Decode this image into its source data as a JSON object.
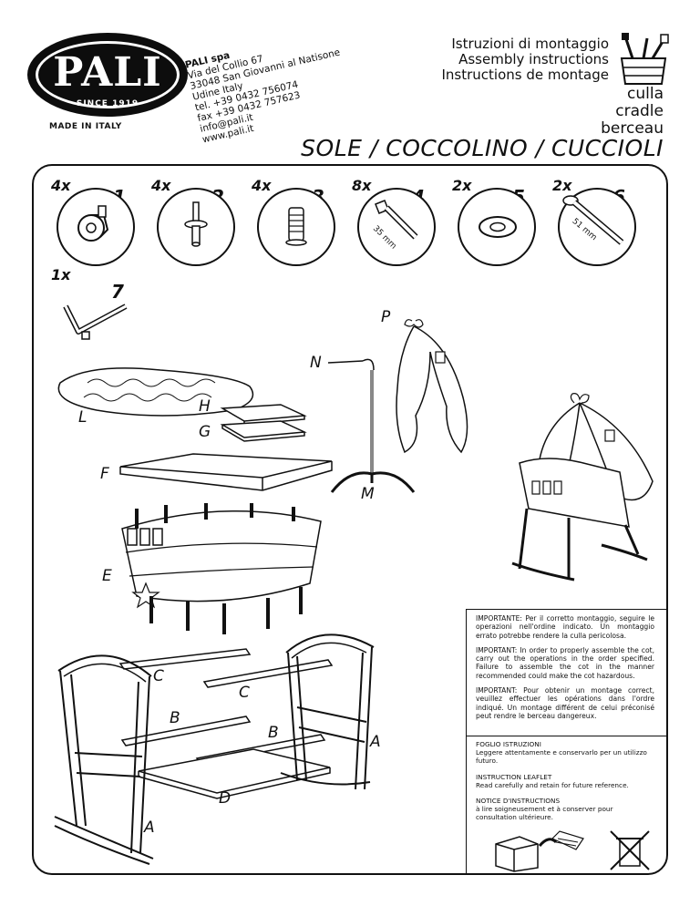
{
  "brand": {
    "logo": "PALI",
    "since": "SINCE 1919",
    "made_in": "MADE IN ITALY"
  },
  "address": {
    "company": "PALI spa",
    "street": "Via del Collio 67",
    "city": "33048 San Giovanni al Natisone",
    "region": "Udine   Italy",
    "tel": "tel. +39 0432 756074",
    "fax": "fax +39 0432 757623",
    "email": "info@pali.it",
    "web": "www.pali.it"
  },
  "header": {
    "instructions_it": "Istruzioni di montaggio",
    "instructions_en": "Assembly instructions",
    "instructions_fr": "Instructions de montage",
    "type_it": "culla",
    "type_en": "cradle",
    "type_fr": "berceau",
    "title": "SOLE / COCCOLINO / CUCCIOLI"
  },
  "parts": [
    {
      "qty": "4x",
      "num": "1",
      "icon": "caster-wheel-icon"
    },
    {
      "qty": "4x",
      "num": "2",
      "icon": "pin-connector-icon"
    },
    {
      "qty": "4x",
      "num": "3",
      "icon": "threaded-insert-icon"
    },
    {
      "qty": "8x",
      "num": "4",
      "icon": "bolt-35mm-icon",
      "dim": "35 mm"
    },
    {
      "qty": "2x",
      "num": "5",
      "icon": "washer-icon"
    },
    {
      "qty": "2x",
      "num": "6",
      "icon": "bolt-51mm-icon",
      "dim": "51 mm"
    },
    {
      "qty": "1x",
      "num": "7",
      "icon": "allen-key-icon"
    }
  ],
  "components": {
    "P": "P",
    "N": "N",
    "M": "M",
    "L": "L",
    "H": "H",
    "G": "G",
    "F": "F",
    "E": "E",
    "C1": "C",
    "C2": "C",
    "B1": "B",
    "B2": "B",
    "A1": "A",
    "A2": "A",
    "D": "D"
  },
  "warnings": {
    "it": "IMPORTANTE: Per il corretto montaggio, seguire le operazioni nell'ordine indicato. Un montaggio errato potrebbe rendere la culla pericolosa.",
    "en": "IMPORTANT: In order to properly assemble the cot, carry out the operations in the order specified. Failure to assemble the cot in the manner recommended could make the cot hazardous.",
    "fr": "IMPORTANT: Pour obtenir un montage correct, veuillez effectuer les opérations dans l'ordre indiqué. Un montage différent de celui préconisé peut rendre le berceau dangereux."
  },
  "leaflet": {
    "it_title": "FOGLIO ISTRUZIONI",
    "it_text": "Leggere attentamente e conservarlo per un utilizzo futuro.",
    "en_title": "INSTRUCTION LEAFLET",
    "en_text": "Read carefully and retain for future reference.",
    "fr_title": "NOTICE D'INSTRUCTIONS",
    "fr_text": "à lire soigneusement et à conserver pour consultation ultérieure."
  }
}
